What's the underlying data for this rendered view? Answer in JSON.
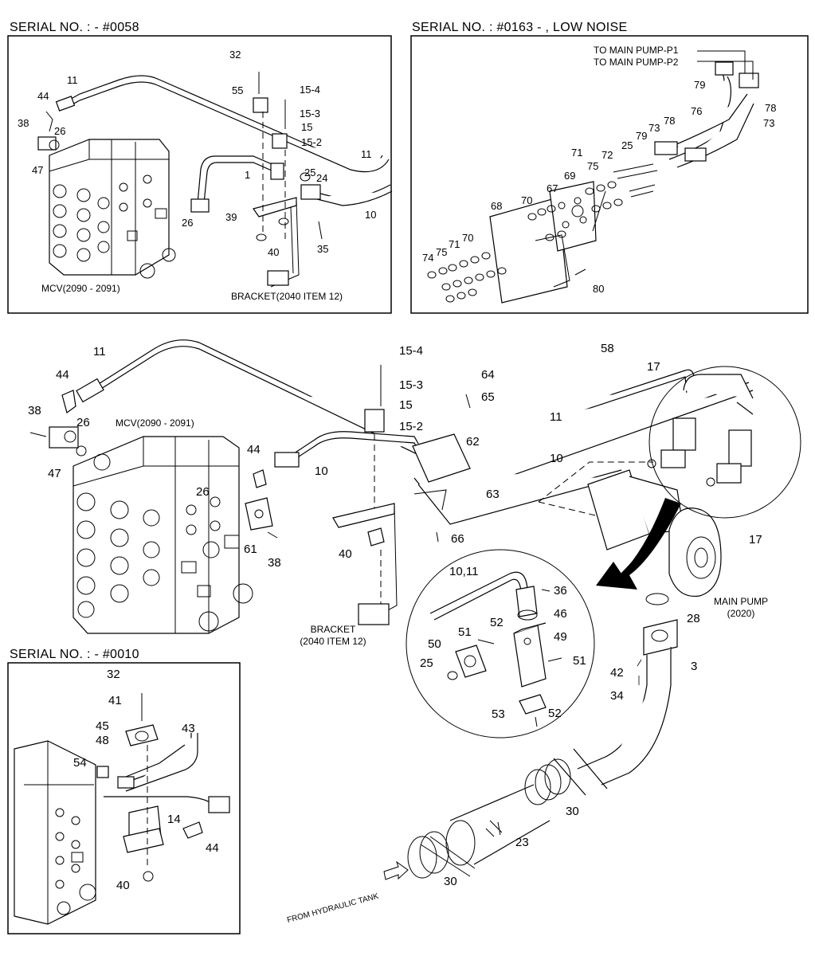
{
  "panels": {
    "top_left": {
      "title": "SERIAL NO. :  - #0058",
      "mcv_caption": "MCV(2090 - 2091)",
      "bracket_caption": "BRACKET(2040 ITEM 12)"
    },
    "top_right": {
      "title": "SERIAL NO. : #0163 - , LOW NOISE",
      "pump_p1": "TO MAIN PUMP-P1",
      "pump_p2": "TO MAIN PUMP-P2"
    },
    "main": {
      "mcv_caption": "MCV(2090 - 2091)",
      "bracket_line1": "BRACKET",
      "bracket_line2": "(2040 ITEM 12)",
      "pump_line1": "MAIN PUMP",
      "pump_line2": "(2020)",
      "tank_label": "FROM HYDRAULIC TANK"
    },
    "bottom_left": {
      "title": "SERIAL NO. :  - #0010"
    }
  },
  "callouts": {
    "tl": [
      "11",
      "44",
      "38",
      "26",
      "47",
      "32",
      "55",
      "15-4",
      "15-3",
      "15",
      "15-2",
      "25",
      "24",
      "1",
      "26",
      "39",
      "40",
      "35",
      "11",
      "10"
    ],
    "tr": [
      "79",
      "78",
      "73",
      "76",
      "78",
      "73",
      "79",
      "25",
      "72",
      "71",
      "75",
      "69",
      "67",
      "70",
      "68",
      "70",
      "71",
      "75",
      "74",
      "80"
    ],
    "main": [
      "11",
      "44",
      "38",
      "26",
      "47",
      "15-4",
      "15-3",
      "15",
      "15-2",
      "64",
      "65",
      "58",
      "17",
      "62",
      "11",
      "10",
      "63",
      "44",
      "26",
      "61",
      "38",
      "10",
      "40",
      "66",
      "17",
      "10,11",
      "36",
      "46",
      "52",
      "51",
      "49",
      "50",
      "25",
      "51",
      "53",
      "52",
      "28",
      "42",
      "34",
      "3",
      "30",
      "23",
      "30"
    ],
    "bl": [
      "32",
      "41",
      "45",
      "48",
      "43",
      "54",
      "14",
      "44",
      "40"
    ]
  }
}
